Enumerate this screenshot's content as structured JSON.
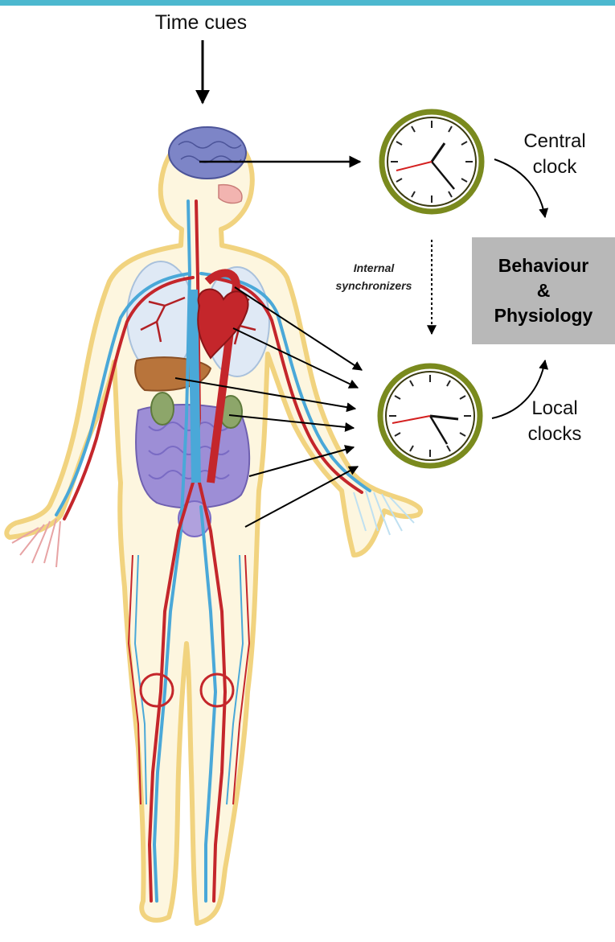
{
  "labels": {
    "time_cues": "Time cues",
    "central_clock_line1": "Central",
    "central_clock_line2": "clock",
    "internal_line1": "Internal",
    "internal_line2": "synchronizers",
    "output_line1": "Behaviour",
    "output_line2": "&",
    "output_line3": "Physiology",
    "local_clocks_line1": "Local",
    "local_clocks_line2": "clocks"
  },
  "colors": {
    "accent_bar": "#4cb8cf",
    "clock_rim": "#7a8a1e",
    "clock_face": "#ffffff",
    "second_hand": "#d42020",
    "artery": "#c4262b",
    "vein": "#4aa8d8",
    "skin_outline": "#f3dc8a",
    "box_fill": "#b8b8b8"
  },
  "icons": [
    "human-circulatory-figure",
    "brain-icon",
    "heart-icon",
    "clock-icon"
  ]
}
